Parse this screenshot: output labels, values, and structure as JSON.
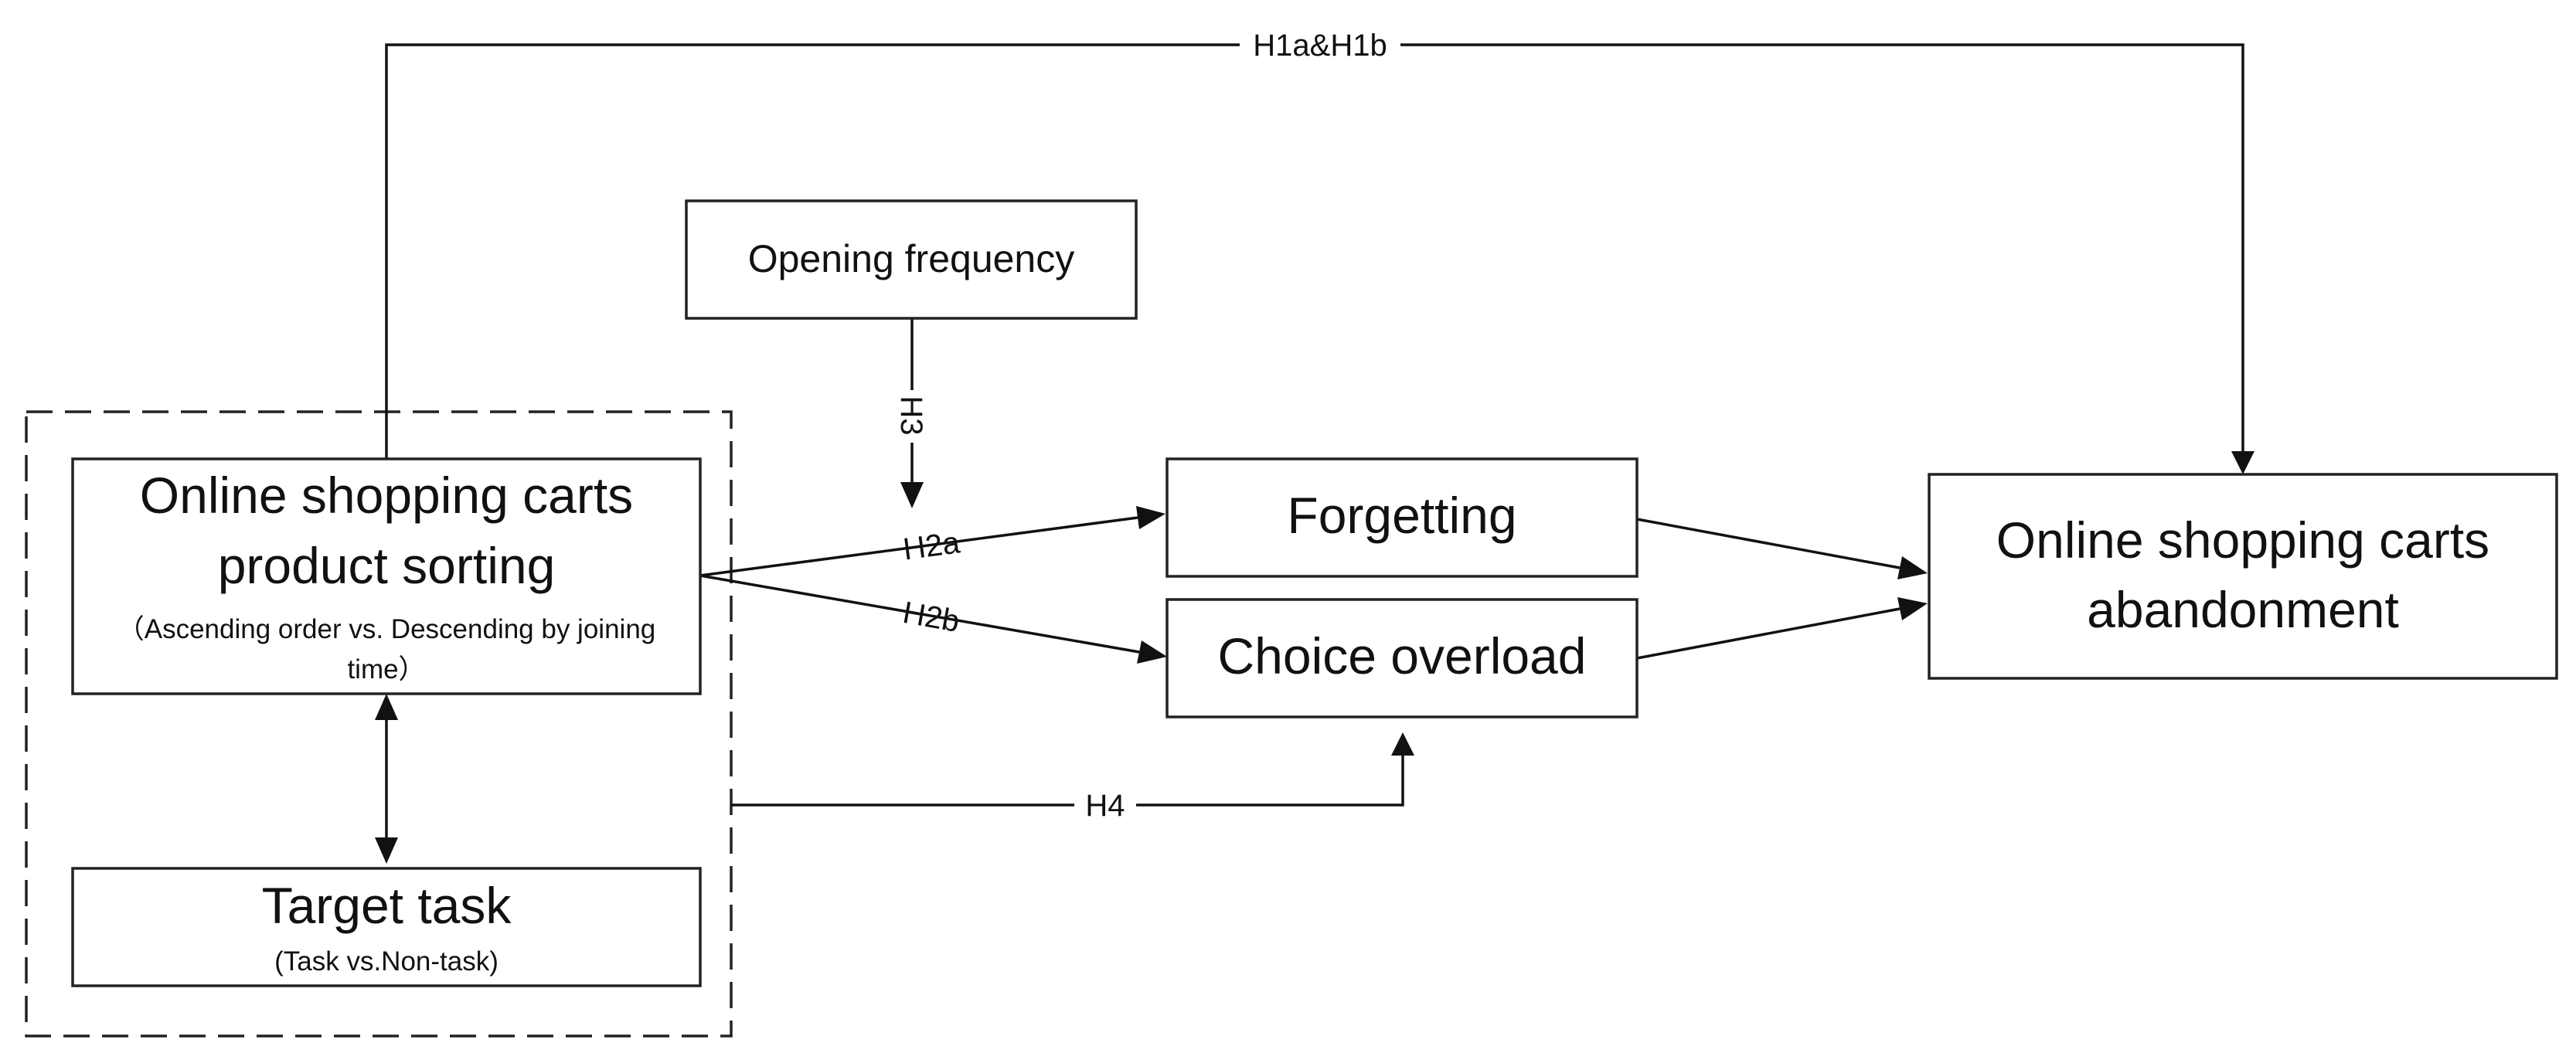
{
  "nodes": {
    "sorting": {
      "line1": "Online shopping carts",
      "line2": "product sorting",
      "note_line1": "（Ascending order vs. Descending by joining",
      "note_line2": "time）"
    },
    "target_task": {
      "title": "Target task",
      "note": "(Task vs.Non-task)"
    },
    "opening_frequency": {
      "title": "Opening frequency"
    },
    "forgetting": {
      "title": "Forgetting"
    },
    "choice_overload": {
      "title": "Choice overload"
    },
    "abandonment": {
      "line1": "Online shopping carts",
      "line2": "abandonment"
    }
  },
  "hypotheses": {
    "h1": "H1a&H1b",
    "h2a": "H2a",
    "h2b": "H2b",
    "h3": "H3",
    "h4": "H4"
  }
}
